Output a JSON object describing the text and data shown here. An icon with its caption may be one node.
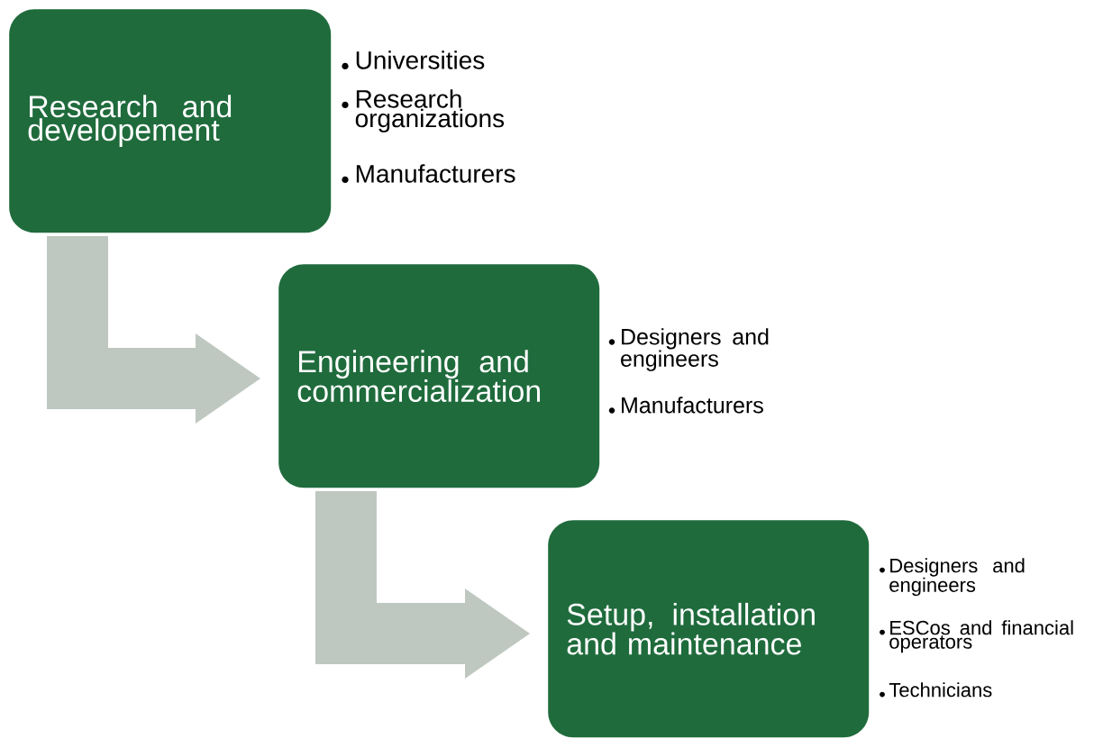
{
  "diagram": {
    "nodes": [
      {
        "text": [
          "Research and developement"
        ],
        "beside": [
          "Universities",
          "Research organizations",
          "Manufacturers"
        ]
      },
      {
        "text": [
          "Engineering and commercialization"
        ],
        "beside": [
          "Designers and engineers",
          "Manufacturers"
        ]
      },
      {
        "text": [
          "Setup, installation and maintenance"
        ],
        "beside": [
          "Designers and engineers",
          "ESCos and financial operators",
          "Technicians"
        ]
      }
    ],
    "edges": [
      {
        "from": 0,
        "to": 1,
        "arrow": "to"
      },
      {
        "from": 1,
        "to": 2,
        "arrow": "to"
      }
    ]
  }
}
